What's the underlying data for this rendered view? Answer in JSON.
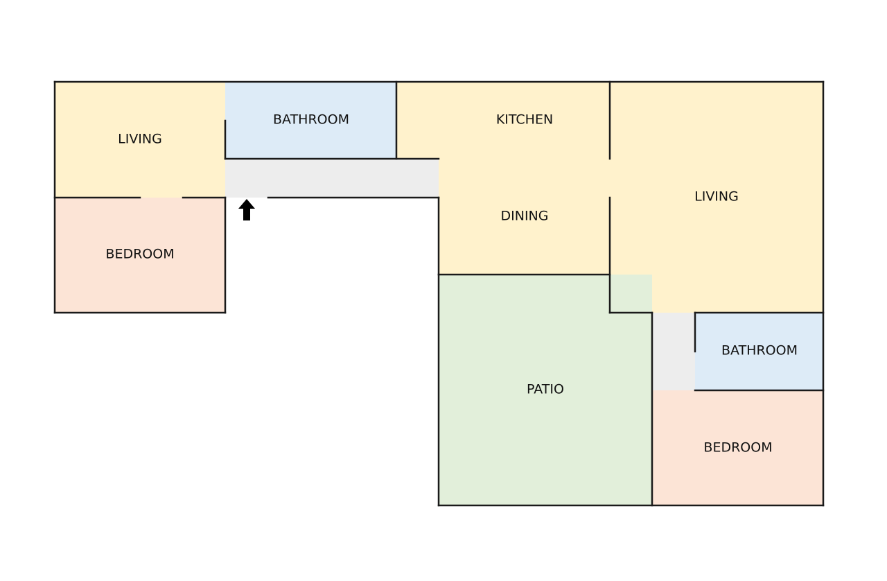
{
  "colors": {
    "living": "#fff2cc",
    "bedroom": "#fce4d6",
    "bathroom": "#ddebf7",
    "patio": "#e2efda",
    "hall": "#ededed",
    "wall": "#1a1a1a",
    "background": "#ffffff"
  },
  "rooms": {
    "living_west": "LIVING",
    "bathroom_north": "BATHROOM",
    "kitchen": "KITCHEN",
    "living_east": "LIVING",
    "bedroom_west": "BEDROOM",
    "dining": "DINING",
    "patio": "PATIO",
    "bathroom_south": "BATHROOM",
    "bedroom_south": "BEDROOM"
  },
  "icons": {
    "entrance": "arrow-up-icon"
  }
}
